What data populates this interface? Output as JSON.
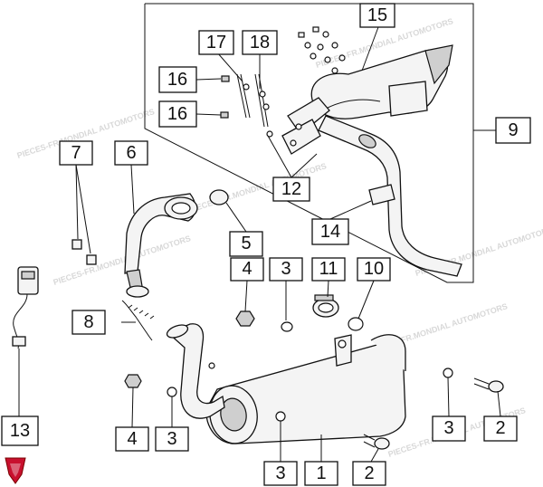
{
  "watermark": "PIECES-FR.MONDIAL AUTOMOTORS",
  "callouts": {
    "c15": "15",
    "c17": "17",
    "c18": "18",
    "c16a": "16",
    "c16b": "16",
    "c9": "9",
    "c12": "12",
    "c7": "7",
    "c6": "6",
    "c14": "14",
    "c5": "5",
    "c4a": "4",
    "c3a": "3",
    "c11": "11",
    "c10": "10",
    "c8": "8",
    "c13": "13",
    "c4b": "4",
    "c3b": "3",
    "c3c": "3",
    "c2a": "2",
    "c3d": "3",
    "c1": "1",
    "c2b": "2"
  }
}
